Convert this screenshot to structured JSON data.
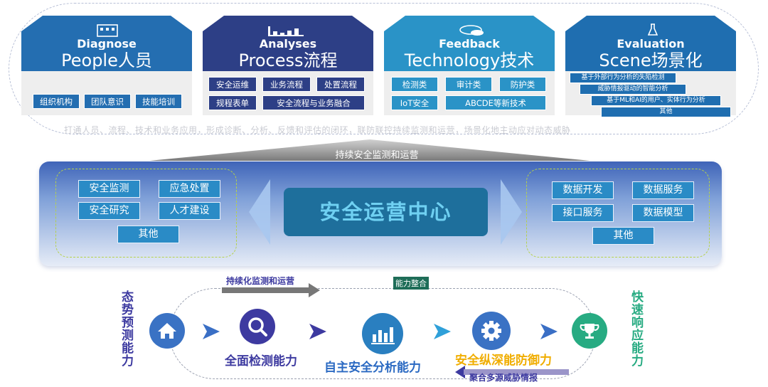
{
  "cards": [
    {
      "en": "Diagnose",
      "title": "People人员",
      "chips": [
        "组织机构",
        "团队意识",
        "技能培训"
      ]
    },
    {
      "en": "Analyses",
      "title": "Process流程",
      "chips": [
        "安全运维",
        "业务流程",
        "处置流程",
        "规程表单",
        "安全流程与业务融合"
      ]
    },
    {
      "en": "Feedback",
      "title": "Technology技术",
      "chips": [
        "检测类",
        "审计类",
        "防护类",
        "IoT安全",
        "ABCDE等新技术"
      ]
    },
    {
      "en": "Evaluation",
      "title": "Scene场景化",
      "chips": [
        "基于外部行为分析的失陷检测",
        "威胁情报驱动的智能分析",
        "基于ML和AI的用户、实体行为分析",
        "其他"
      ]
    }
  ],
  "top_caption": "打通人员、流程、技术和业务应用，形成诊断、分析、反馈和评估的闭环，联防联控持续监测和运营，场景化地主动应对动态威胁",
  "arrow_label": "持续安全监测和运营",
  "center": {
    "title": "安全运营中心",
    "left_chips": [
      "安全监测",
      "应急处置",
      "安全研究",
      "人才建设",
      "其他"
    ],
    "right_chips": [
      "数据开发",
      "数据服务",
      "接口服务",
      "数据模型",
      "其他"
    ]
  },
  "loop": {
    "top_label": "持续化监测和运营",
    "tag": "能力整合",
    "bottom_label": "聚合多源威胁情报",
    "left_vertical": "态势预测能力",
    "right_vertical": "快速响应能力",
    "captions": [
      "全面检测能力",
      "自主安全分析能力",
      "安全纵深能防御力"
    ]
  },
  "colors": {
    "card1": "#246eb1",
    "card2": "#2d3f86",
    "card3": "#2a93c7",
    "card4": "#1f6eb0",
    "soc_fill": "#1e6f9c",
    "soc_text": "#6fd0f2",
    "purple": "#3d3aa0",
    "blue_text": "#2a69c2",
    "gold": "#f0ad00",
    "green": "#27ab82"
  },
  "icons": [
    "building-icon",
    "bar-chart-icon",
    "chat-bubble-icon",
    "flask-icon",
    "home-icon",
    "search-icon",
    "chart-icon",
    "gear-icon",
    "trophy-icon"
  ]
}
